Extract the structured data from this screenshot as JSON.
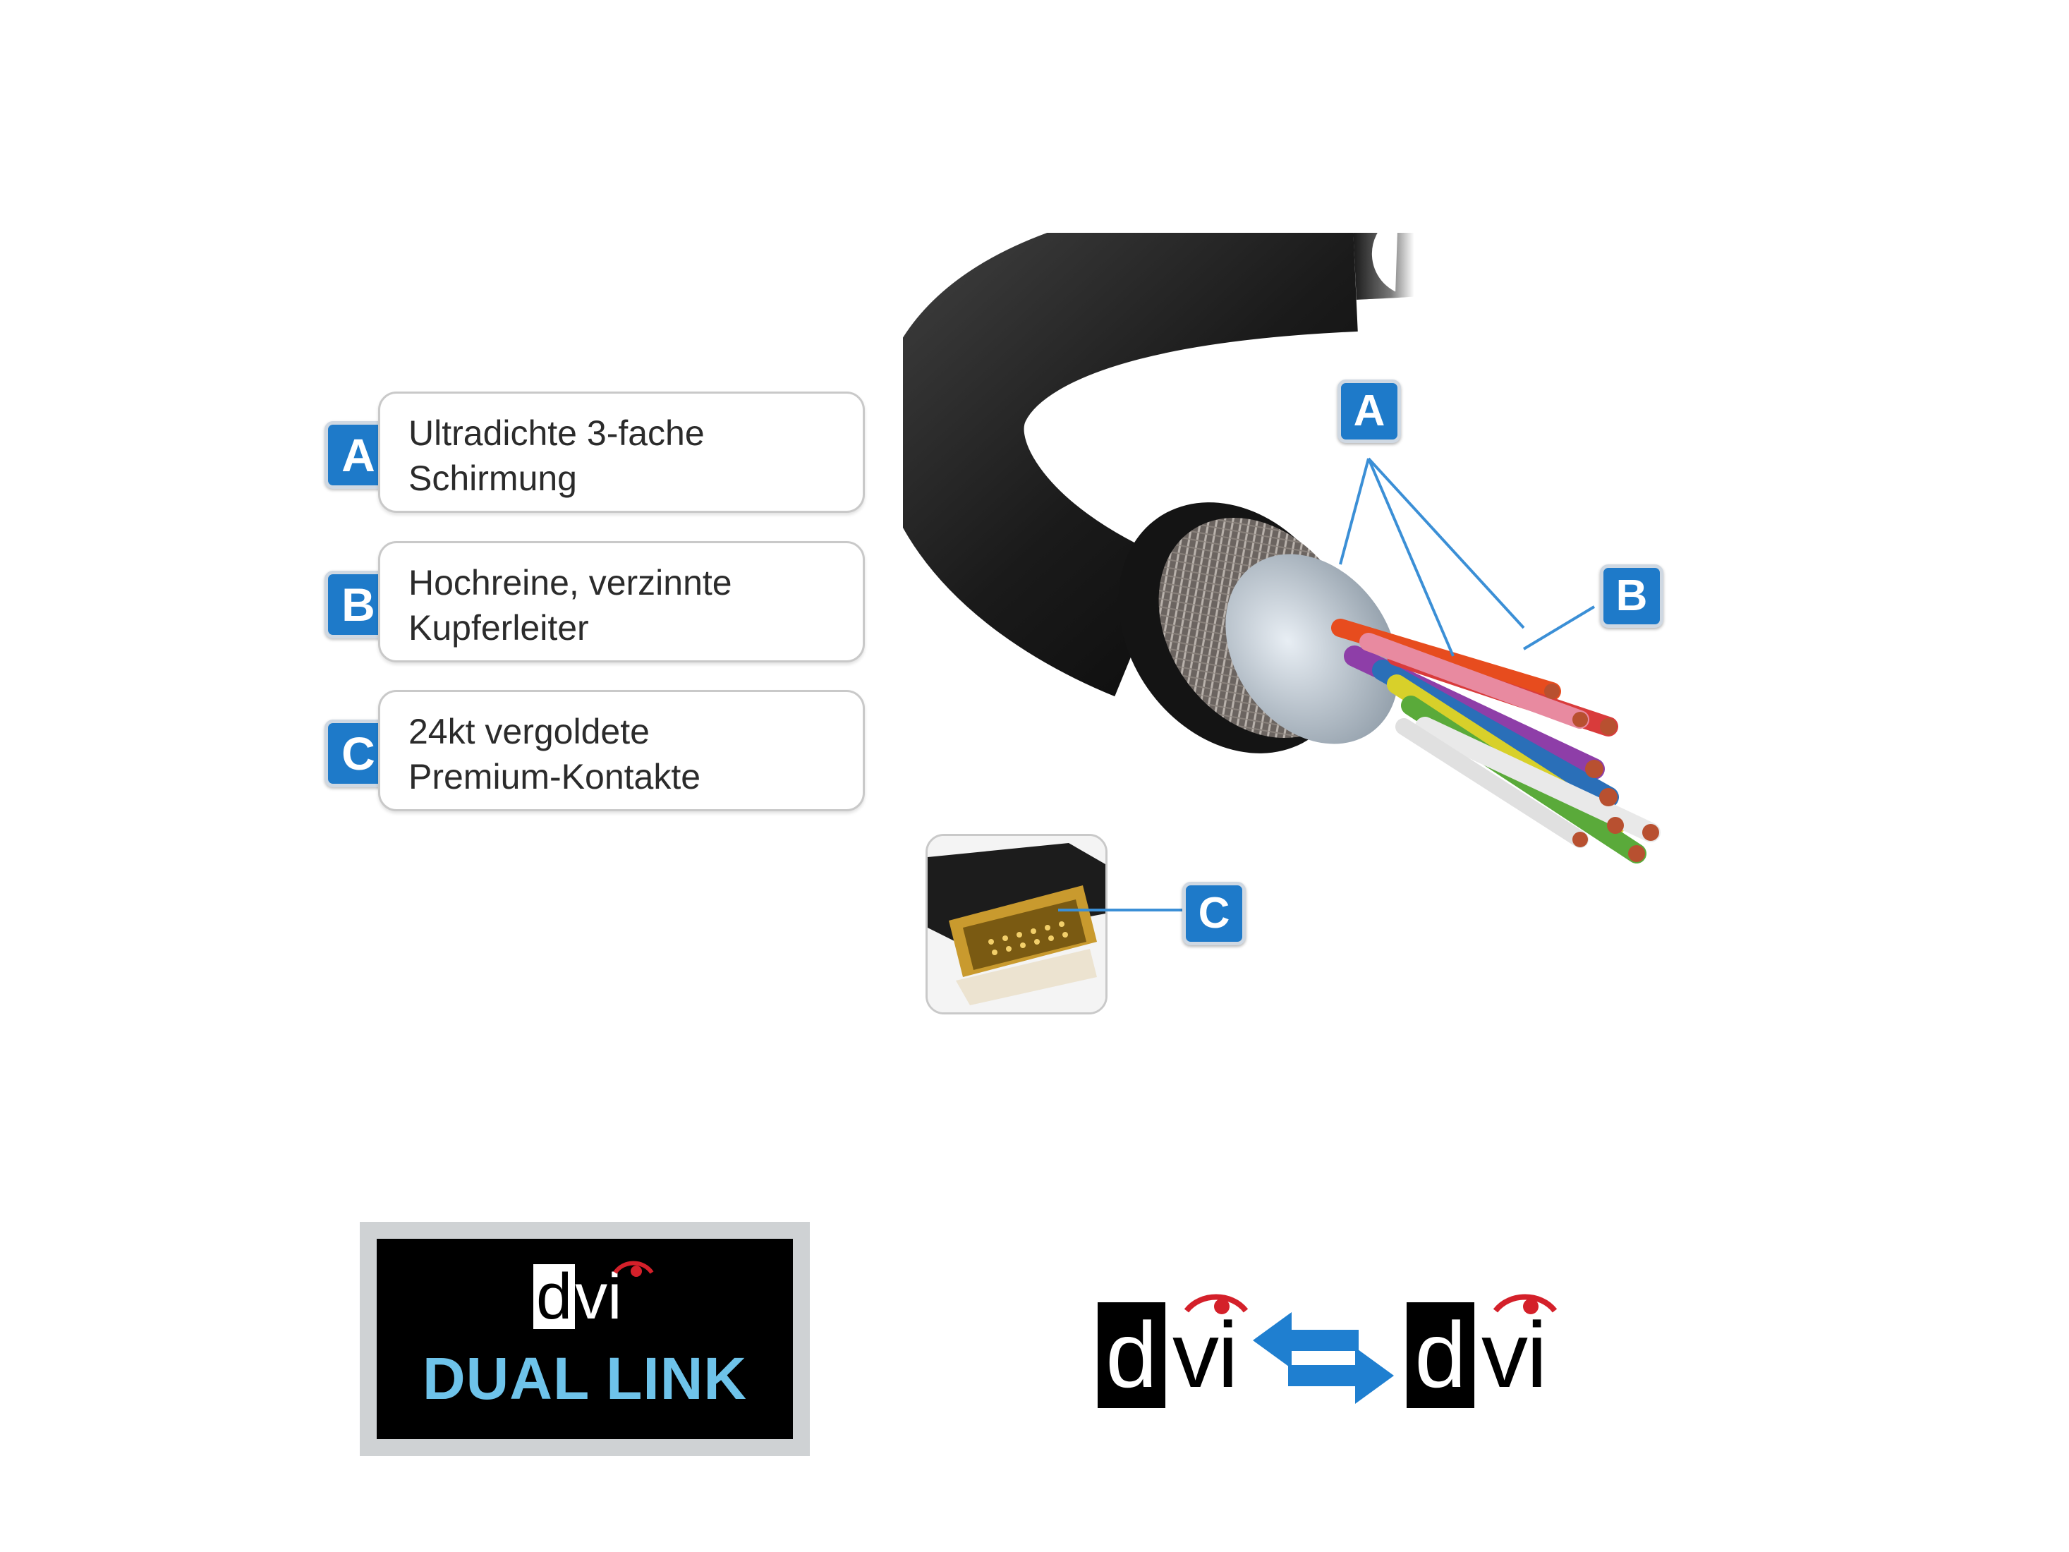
{
  "features": [
    {
      "letter": "A",
      "line1": "Ultradichte 3-fache",
      "line2": "Schirmung"
    },
    {
      "letter": "B",
      "line1": "Hochreine, verzinnte",
      "line2": "Kupferleiter"
    },
    {
      "letter": "C",
      "line1": "24kt vergoldete",
      "line2": "Premium-Kontakte"
    }
  ],
  "callouts": {
    "a": "A",
    "b": "B",
    "c": "C"
  },
  "dual_badge": {
    "logo": "dvi",
    "text": "DUAL LINK"
  },
  "logos": {
    "left": "dvi",
    "right": "dvi"
  },
  "colors": {
    "badge_blue": "#1e7ac9",
    "dual_link_text": "#6ec3ea",
    "arrow_blue": "#1f7fd0",
    "eye_red": "#d4202a"
  },
  "icons": [
    "dvi-logo-icon",
    "swap-arrows-icon",
    "cable-cross-section-illustration",
    "dvi-connector-illustration"
  ]
}
